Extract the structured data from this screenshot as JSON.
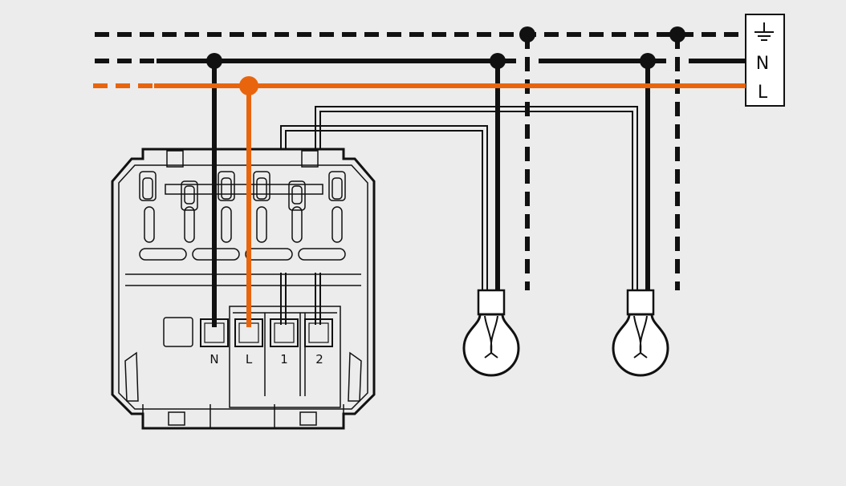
{
  "supply": {
    "earth_symbol": "⏚",
    "neutral_label": "N",
    "line_label": "L"
  },
  "module": {
    "terminals": [
      "N",
      "L",
      "1",
      "2"
    ]
  },
  "colors": {
    "background": "#ececec",
    "line_wire": "#e8650e",
    "neutral_wire": "#111111",
    "outline": "#111111"
  },
  "icons": [
    "earth-icon",
    "light-bulb-icon"
  ]
}
